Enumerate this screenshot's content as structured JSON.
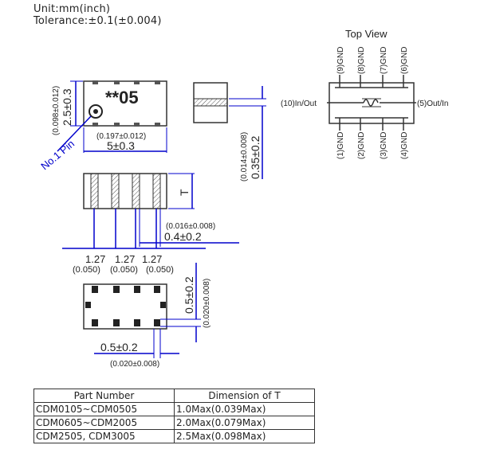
{
  "header": {
    "unit": "Unit:mm(inch)",
    "tolerance": "Tolerance:±0.1(±0.004)"
  },
  "top_view": {
    "title": "Top View",
    "pins_top": [
      "(9)GND",
      "(8)GND",
      "(7)GND",
      "(6)GND"
    ],
    "pins_bottom": [
      "(1)GND",
      "(2)GND",
      "(3)GND",
      "(4)GND"
    ],
    "pin_left": "(10)In/Out",
    "pin_right": "(5)Out/In"
  },
  "part_marking": "**05",
  "pin_label": "No.1 Pin",
  "dims": {
    "height_inch": "(0.098±0.012)",
    "height_mm": "2.5±0.3",
    "width_inch": "(0.197±0.012)",
    "width_mm": "5±0.3",
    "side_inch": "(0.014±0.008)",
    "side_mm": "0.35±0.2",
    "thickness": "T",
    "term_inch": "(0.016±0.008)",
    "term_mm": "0.4±0.2",
    "pitch_mm": [
      "1.27",
      "1.27",
      "1.27"
    ],
    "pitch_inch": [
      "(0.050)",
      "(0.050)",
      "(0.050)"
    ],
    "pad_v_mm": "0.5±0.2",
    "pad_v_inch": "(0.020±0.008)",
    "pad_h_mm": "0.5±0.2",
    "pad_h_inch": "(0.020±0.008)"
  },
  "table": {
    "headers": [
      "Part Number",
      "Dimension of T"
    ],
    "rows": [
      [
        "CDM0105~CDM0505",
        "1.0Max(0.039Max)"
      ],
      [
        "CDM0605~CDM2005",
        "2.0Max(0.079Max)"
      ],
      [
        "CDM2505, CDM3005",
        "2.5Max(0.098Max)"
      ]
    ]
  },
  "colors": {
    "dimension_line": "#0000cc",
    "outline": "#333333"
  }
}
